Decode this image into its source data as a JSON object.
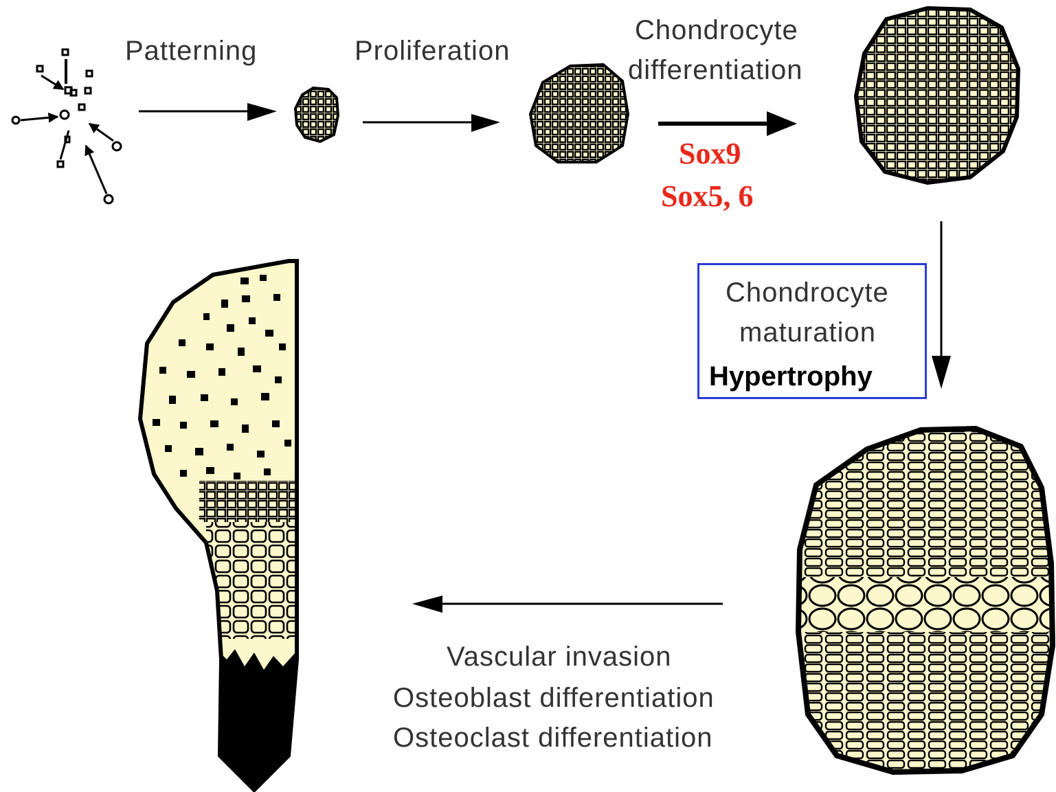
{
  "colors": {
    "cartilage_fill": "#fdf8cc",
    "gene_label": "#e8281a",
    "highlight_box": "#2a3bd6",
    "ink": "#000000"
  },
  "steps": {
    "patterning": "Patterning",
    "proliferation": "Proliferation",
    "chondro_diff_line1": "Chondrocyte",
    "chondro_diff_line2": "differentiation",
    "maturation_line1": "Chondrocyte",
    "maturation_line2": "maturation",
    "hypertrophy": "Hypertrophy",
    "vascular_line1": "Vascular invasion",
    "vascular_line2": "Osteoblast differentiation",
    "vascular_line3": "Osteoclast differentiation"
  },
  "genes": {
    "line1": "Sox9",
    "line2": "Sox5, 6"
  }
}
